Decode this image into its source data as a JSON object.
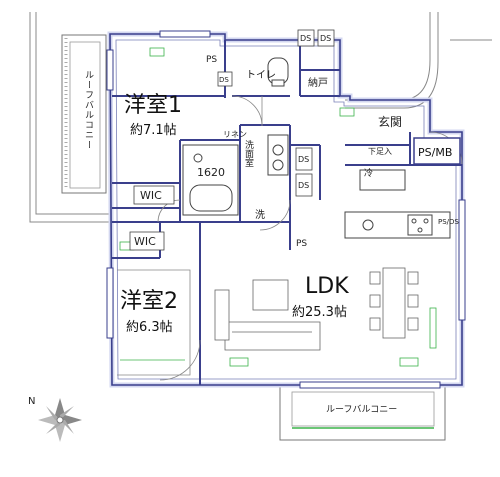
{
  "colors": {
    "wall": "#3a3f8c",
    "wall_fill": "#d3d7f0",
    "line": "#555555",
    "balcony": "#777777",
    "green_mark": "#3bb34a",
    "text": "#111111"
  },
  "rooms": {
    "bedroom1": {
      "name": "洋室1",
      "size": "約7.1帖"
    },
    "bedroom2": {
      "name": "洋室2",
      "size": "約6.3帖"
    },
    "ldk": {
      "name": "LDK",
      "size": "約25.3帖"
    }
  },
  "labels": {
    "toilet": "トイレ",
    "storage": "納戸",
    "entrance": "玄関",
    "shoe_box": "下足入",
    "psmb": "PS/MB",
    "ps": "PS",
    "ds": "DS",
    "wic": "WIC",
    "linen": "リネン",
    "washroom": "洗面室",
    "bath_size": "1620",
    "laundry": "洗",
    "fridge": "冷",
    "ps_ds": "PS/DS",
    "roof_balcony": "ルーフバルコニー"
  },
  "compass": {
    "north": "N"
  }
}
